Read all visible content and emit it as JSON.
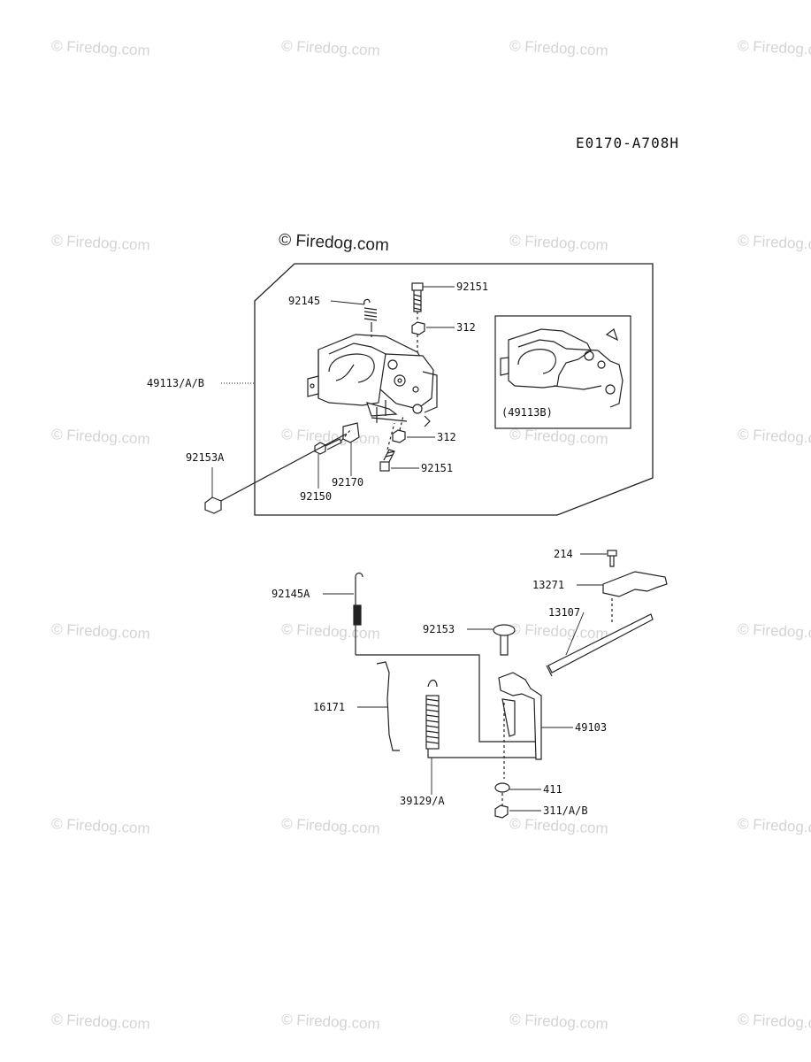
{
  "diagram_code": "E0170-A708H",
  "copyright": "© Firedog.com",
  "watermark": "© Firedog.com",
  "inset_label": "(49113B)",
  "labels": {
    "p92145": "92145",
    "p92151a": "92151",
    "p312a": "312",
    "p49113": "49113/A/B",
    "p312b": "312",
    "p92151b": "92151",
    "p92153A": "92153A",
    "p92170": "92170",
    "p92150": "92150",
    "p214": "214",
    "p13271": "13271",
    "p92145A": "92145A",
    "p13107": "13107",
    "p92153": "92153",
    "p16171": "16171",
    "p49103": "49103",
    "p39129": "39129/A",
    "p411": "411",
    "p311": "311/A/B"
  }
}
